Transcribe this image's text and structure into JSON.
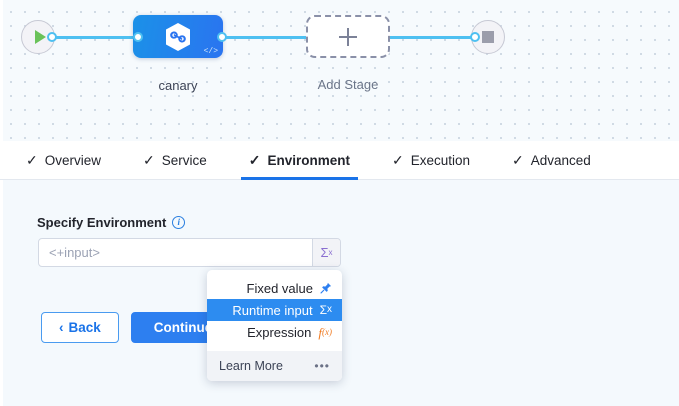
{
  "canvas": {
    "start_node": {
      "icon": "play-icon",
      "label": ""
    },
    "stage_node": {
      "label": "canary",
      "icon": "harness-hexagon-icon",
      "badge": "</>"
    },
    "add_stage_node": {
      "label": "Add Stage",
      "icon": "plus-icon"
    },
    "end_node": {
      "icon": "stop-icon"
    }
  },
  "tabs": [
    {
      "label": "Overview",
      "check": "✓",
      "active": false
    },
    {
      "label": "Service",
      "check": "✓",
      "active": false
    },
    {
      "label": "Environment",
      "check": "✓",
      "active": true
    },
    {
      "label": "Execution",
      "check": "✓",
      "active": false
    },
    {
      "label": "Advanced",
      "check": "✓",
      "active": false
    }
  ],
  "form": {
    "label": "Specify Environment",
    "info_icon": "info-icon",
    "input_placeholder": "<+input>",
    "input_value": "",
    "sigma_button": "Σ",
    "sigma_sup": "x"
  },
  "buttons": {
    "back": "Back",
    "back_chevron": "‹",
    "continue": "Continue"
  },
  "dropdown": {
    "items": [
      {
        "label": "Fixed value",
        "icon": "pin-icon",
        "glyph": "📌",
        "selected": false
      },
      {
        "label": "Runtime input",
        "icon": "sigma-icon",
        "glyph": "Σ",
        "glyph_sup": "x",
        "selected": true
      },
      {
        "label": "Expression",
        "icon": "fx-icon",
        "glyph": "f",
        "glyph_sup": "(x)",
        "selected": false
      }
    ],
    "footer": {
      "label": "Learn More",
      "dots": "•••"
    }
  },
  "colors": {
    "accent_blue": "#2d7ff0",
    "wire_blue": "#4ec0f1",
    "node_blue": "#1b91e8",
    "sigma_purple": "#6f5bc4",
    "fx_orange": "#f07b22",
    "play_green": "#6ac259",
    "canvas_bg": "#f6fafd",
    "body_bg": "#f4f9fd"
  }
}
